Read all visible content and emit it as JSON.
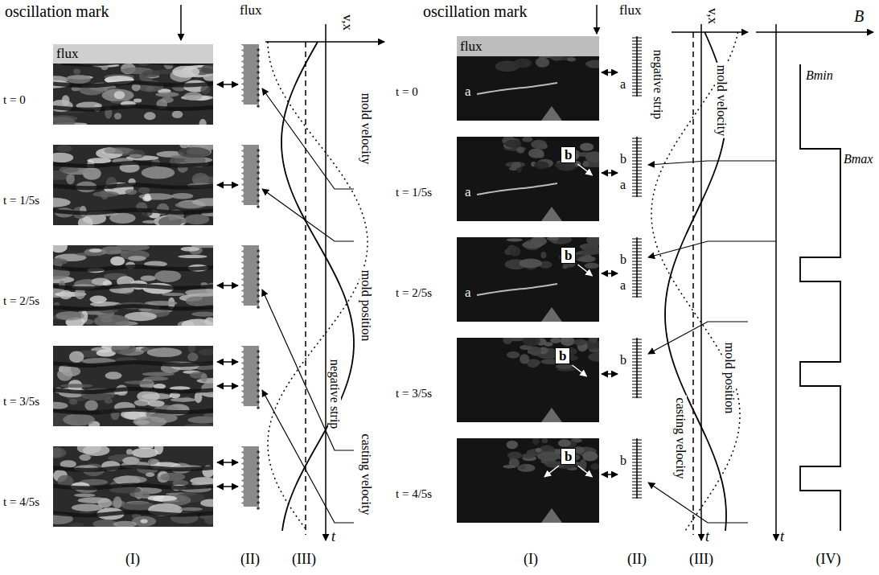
{
  "diagram": {
    "nodes": [
      {
        "text": [
          "b"
        ]
      },
      {
        "text": [
          "b"
        ]
      },
      {
        "text": [
          "b"
        ]
      },
      {
        "text": [
          "b"
        ]
      }
    ],
    "labels": [
      "oscillation mark",
      "flux",
      "flux",
      "v,x",
      "mold velocity",
      "mold position",
      "negative strip",
      "casting velocity",
      "t",
      "t = 0",
      "t = 1/5s",
      "t = 2/5s",
      "t = 3/5s",
      "t = 4/5s",
      "(I)",
      "(II)",
      "(III)",
      "oscillation mark",
      "flux",
      "flux",
      "v,x",
      "negative strip",
      "mold velocity",
      "B",
      "Bmin",
      "Bmax",
      "mold position",
      "casting velocity",
      "t",
      "t",
      "t = 0",
      "t = 1/5s",
      "t = 2/5s",
      "t = 3/5s",
      "t = 4/5s",
      "a",
      "a",
      "a",
      "a",
      "a",
      "a",
      "b",
      "b",
      "b",
      "b",
      "(I)",
      "(II)",
      "(III)",
      "(IV)"
    ]
  }
}
